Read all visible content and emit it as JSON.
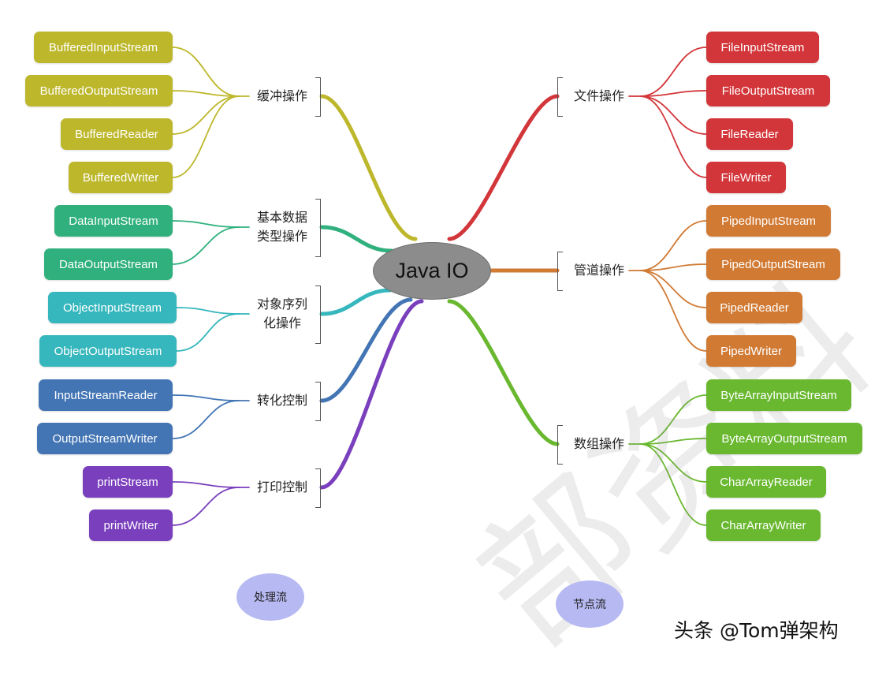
{
  "center": {
    "label": "Java IO"
  },
  "left_groups": [
    {
      "label": "缓冲操作",
      "color": "#bdb72c",
      "items": [
        "BufferedInputStream",
        "BufferedOutputStream",
        "BufferedReader",
        "BufferedWriter"
      ]
    },
    {
      "label": "基本数据\n类型操作",
      "color": "#2fb07c",
      "items": [
        "DataInputStream",
        "DataOutputStream"
      ]
    },
    {
      "label": "对象序列\n化操作",
      "color": "#36b7bd",
      "items": [
        "ObjectInputStream",
        "ObjectOutputStream"
      ]
    },
    {
      "label": "转化控制",
      "color": "#4375b4",
      "items": [
        "InputStreamReader",
        "OutputStreamWriter"
      ]
    },
    {
      "label": "打印控制",
      "color": "#7a3fbd",
      "items": [
        "printStream",
        "printWriter"
      ]
    }
  ],
  "right_groups": [
    {
      "label": "文件操作",
      "color": "#d3363a",
      "items": [
        "FileInputStream",
        "FileOutputStream",
        "FileReader",
        "FileWriter"
      ]
    },
    {
      "label": "管道操作",
      "color": "#d17a33",
      "items": [
        "PipedInputStream",
        "PipedOutputStream",
        "PipedReader",
        "PipedWriter"
      ]
    },
    {
      "label": "数组操作",
      "color": "#69b82f",
      "items": [
        "ByteArrayInputStream",
        "ByteArrayOutputStream",
        "CharArrayReader",
        "CharArrayWriter"
      ]
    }
  ],
  "bottom_circles": {
    "left": "处理流",
    "right": "节点流"
  },
  "watermark": "头条 @Tom弹架构",
  "background_watermark": "部资料"
}
